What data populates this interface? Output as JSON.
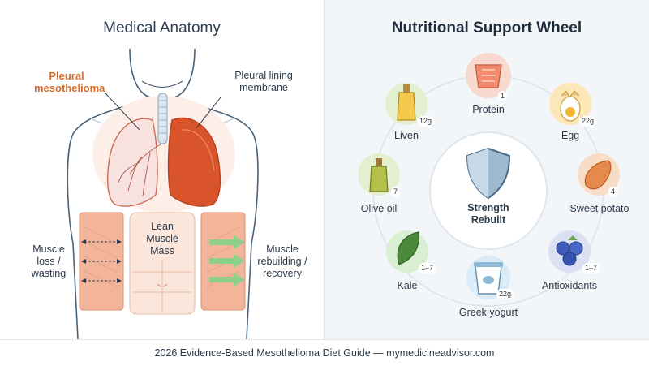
{
  "anatomy": {
    "title": "Medical Anatomy",
    "labels": {
      "pleural_meso_line1": "Pleural",
      "pleural_meso_line2": "mesothelioma",
      "lining_line1": "Pleural lining",
      "lining_line2": "membrane",
      "lean_line1": "Lean",
      "lean_line2": "Muscle",
      "lean_line3": "Mass",
      "loss_line1": "Muscle",
      "loss_line2": "loss /",
      "loss_line3": "wasting",
      "rebuild_line1": "Muscle",
      "rebuild_line2": "rebuilding /",
      "rebuild_line3": "recovery"
    },
    "colors": {
      "lung_healthy": "#f7e2e0",
      "lung_affected": "#d9542a",
      "muscle": "#f2b59a",
      "body_line": "#4a6278",
      "arrow_green": "#8fcf8c"
    }
  },
  "wheel": {
    "title": "Nutritional Support Wheel",
    "center_line1": "Strength",
    "center_line2": "Rebuilt",
    "nodes": [
      {
        "label": "Protein",
        "badge": "1",
        "icon": "salmon-icon",
        "ring": "#f7d9cf"
      },
      {
        "label": "Egg",
        "badge": "22g",
        "icon": "egg-icon",
        "ring": "#fbe7b8"
      },
      {
        "label": "Sweet potato",
        "badge": "4",
        "icon": "sweet-potato-icon",
        "ring": "#f9dcc6"
      },
      {
        "label": "Antioxidants",
        "badge": "1–7",
        "icon": "blueberries-icon",
        "ring": "#dbe0f5"
      },
      {
        "label": "Greek yogurt",
        "badge": "22g",
        "icon": "yogurt-icon",
        "ring": "#d9ecf7"
      },
      {
        "label": "Kale",
        "badge": "1–7",
        "icon": "kale-icon",
        "ring": "#d8efd2"
      },
      {
        "label": "Olive oil",
        "badge": "7",
        "icon": "olive-oil-icon",
        "ring": "#e4efcf"
      },
      {
        "label": "Liven",
        "badge": "12g",
        "icon": "oil-bottle-icon",
        "ring": "#e4efcf"
      }
    ],
    "colors": {
      "shield": "#9fb9cf",
      "ring_line": "#dfe6ee"
    }
  },
  "footer": {
    "text": "2026 Evidence-Based Mesothelioma Diet Guide — mymedicineadvisor.com"
  }
}
